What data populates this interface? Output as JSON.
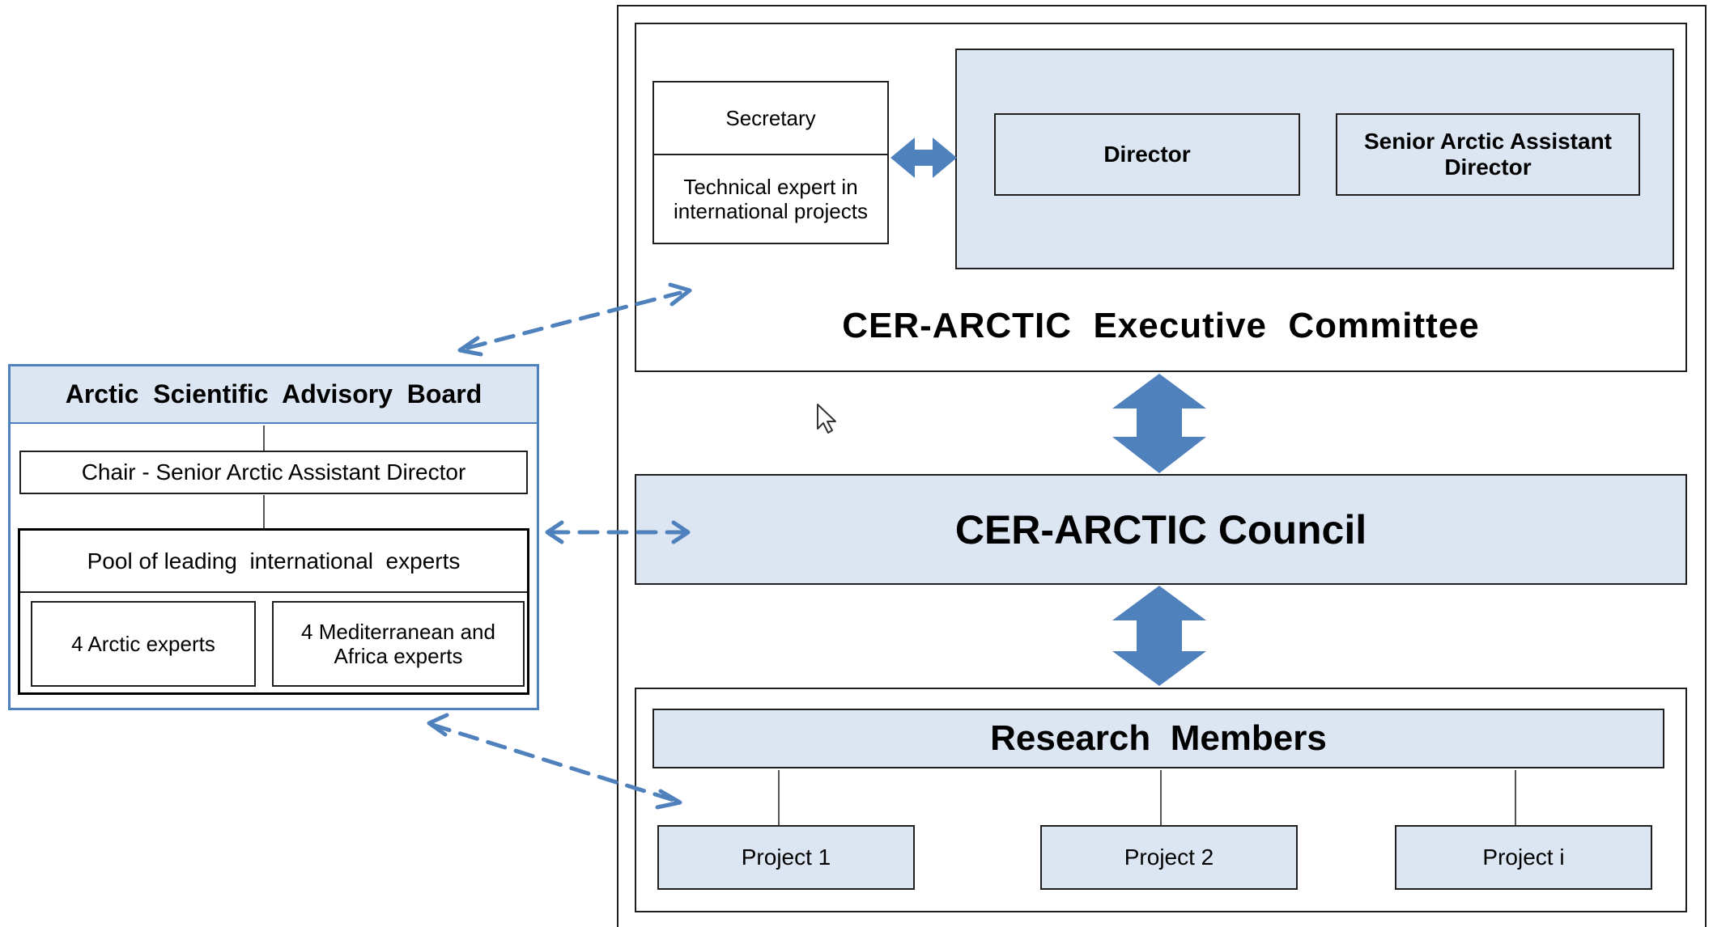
{
  "executive": {
    "title": "CER-ARCTIC  Executive  Committee",
    "secretary": "Secretary",
    "technical_expert": "Technical expert in international projects",
    "director": "Director",
    "senior_director": "Senior Arctic Assistant Director"
  },
  "council": {
    "title": "CER-ARCTIC Council"
  },
  "research": {
    "title": "Research  Members",
    "projects": [
      "Project 1",
      "Project 2",
      "Project i"
    ]
  },
  "advisory": {
    "title": "Arctic  Scientific  Advisory  Board",
    "chair": "Chair - Senior Arctic Assistant Director",
    "pool": "Pool of leading  international  experts",
    "arctic_experts": "4 Arctic experts",
    "med_experts": "4 Mediterranean and Africa experts"
  },
  "colors": {
    "accent": "#4f81bd",
    "fill": "#dce6f2",
    "border": "#1f1f1f"
  }
}
